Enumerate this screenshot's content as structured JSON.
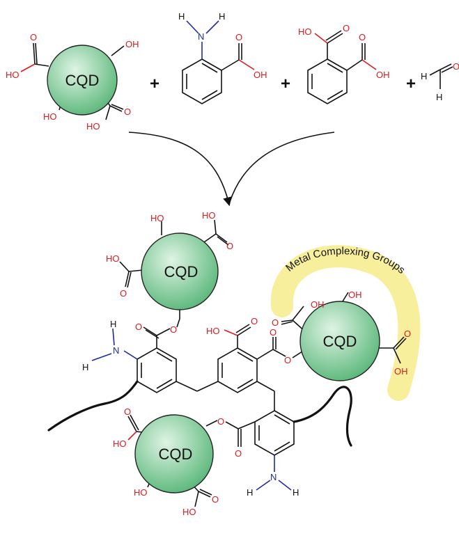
{
  "atoms": {
    "oxygen": "O",
    "hydroxyl_right": "OH",
    "hydroxyl_left": "HO",
    "hydrogen": "H",
    "nitrogen": "N"
  },
  "cqd": {
    "label": "CQD",
    "fill_light": "#d6f0dc",
    "fill_dark": "#5cb87a"
  },
  "reactants": {
    "plus_sign": "+"
  },
  "metal_groups": {
    "label": "Metal Complexing Groups",
    "highlight_color": "#f7ef8a"
  },
  "colors": {
    "oxygen": "#e0191e",
    "nitrogen": "#1f2aa0",
    "bond": "#111111"
  }
}
